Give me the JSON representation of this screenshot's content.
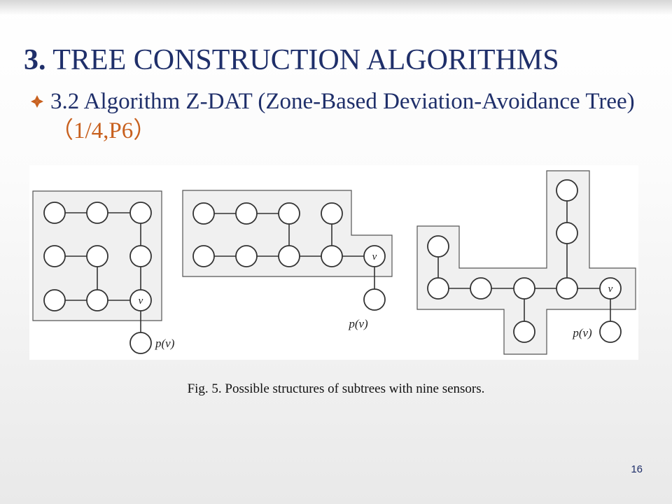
{
  "slide": {
    "title_number": "3.",
    "title_text": "TREE CONSTRUCTION ALGORITHMS",
    "bullet": {
      "text": "3.2 Algorithm Z-DAT (Zone-Based Deviation-Avoidance Tree)",
      "paren_open": "（",
      "ref": "1/4,P6",
      "paren_close": "）"
    },
    "figure": {
      "caption": "Fig. 5. Possible structures of subtrees with nine sensors.",
      "node_labels": {
        "v": "v",
        "pv": "p(v)"
      }
    },
    "page_number": "16"
  },
  "colors": {
    "title": "#1f2f6a",
    "accent": "#c8601e",
    "bullet_icon": "#c8601e",
    "diagram_stroke": "#333333",
    "zone_fill": "#eeeeee"
  },
  "icons": {
    "bullet": "diamond-flower-icon"
  }
}
